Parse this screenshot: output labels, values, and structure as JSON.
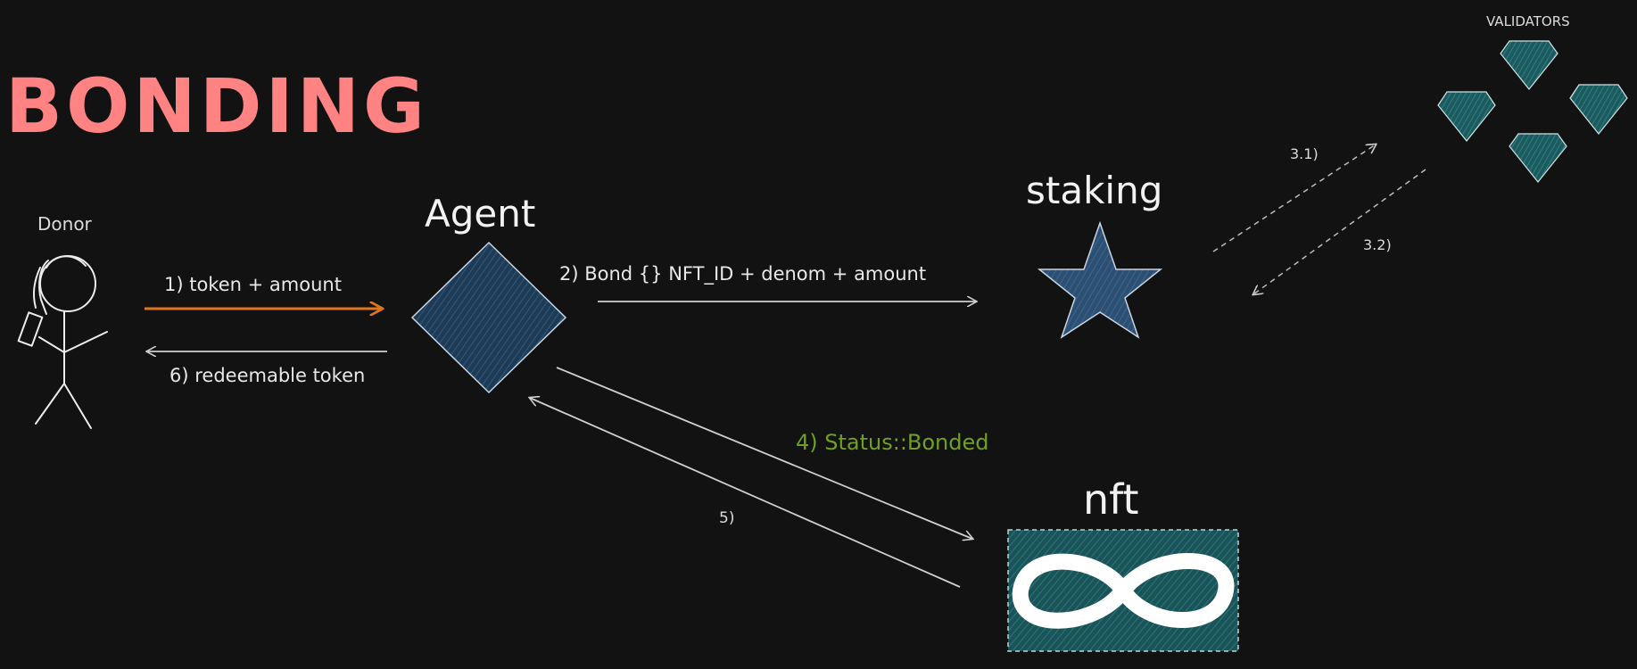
{
  "diagram": {
    "title": "BONDING",
    "nodes": {
      "donor": "Donor",
      "agent": "Agent",
      "staking": "staking",
      "nft": "nft",
      "validators": "VALIDATORS"
    },
    "edges": {
      "step1": "1) token + amount",
      "step2": "2) Bond {} NFT_ID + denom + amount",
      "step3_1": "3.1)",
      "step3_2": "3.2)",
      "step4": "4) Status::Bonded",
      "step5": "5)",
      "step6": "6) redeemable token"
    }
  },
  "colors": {
    "background": "#121212",
    "title": "#ff8383",
    "arrow_orange": "#e0761a",
    "arrow_white": "#cfcfcf",
    "status_green": "#6fa021",
    "agent_fill": "#1e3a55",
    "staking_fill": "#2c4f72",
    "validator_fill": "#1c5a5e",
    "nft_fill": "#1a5458",
    "infinity_stroke": "#ffffff"
  },
  "icons": {
    "donor": "stick-figure-icon",
    "agent": "diamond-icon",
    "staking": "star-icon",
    "validators": "gem-icon",
    "nft": "infinity-icon"
  }
}
